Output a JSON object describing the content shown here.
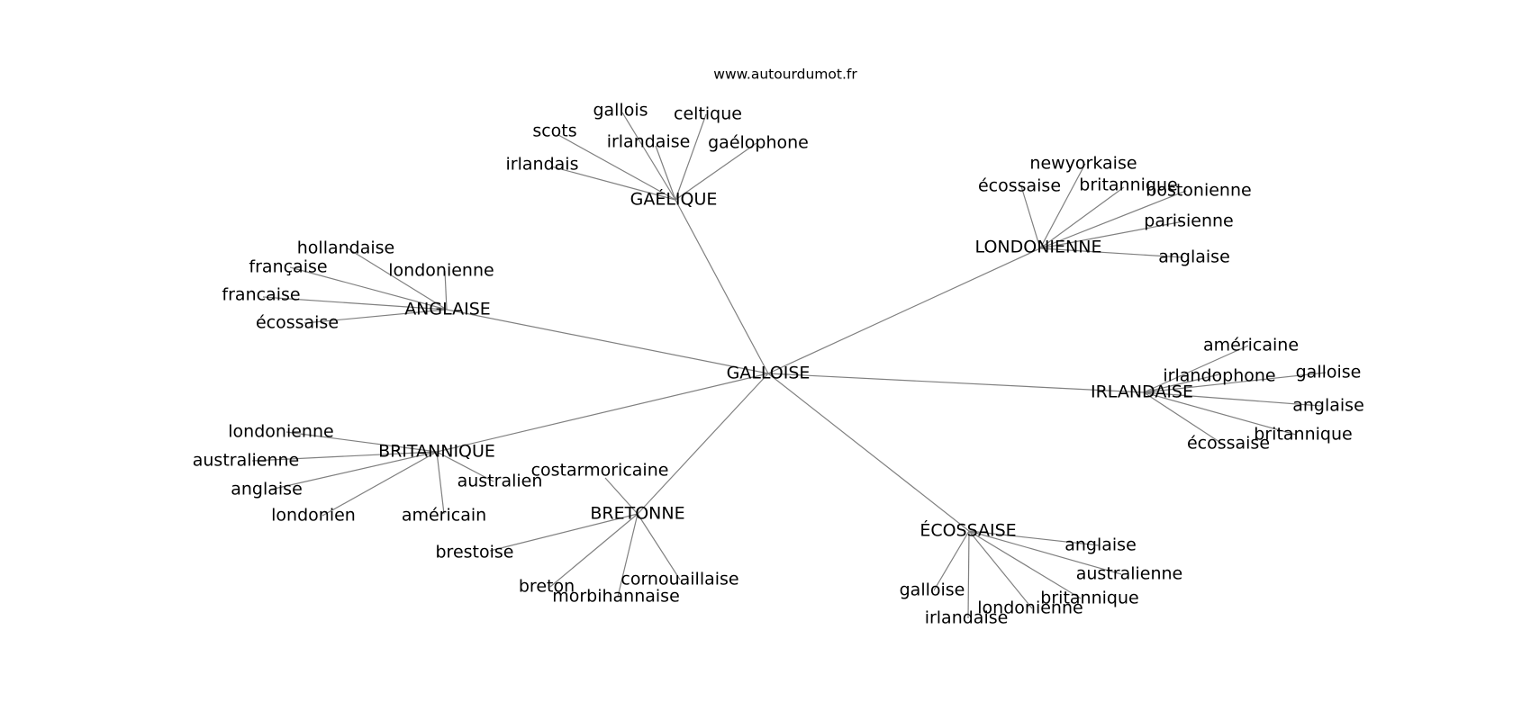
{
  "watermark": "www.autourdumot.fr",
  "center": "GALLOISE",
  "groups": [
    {
      "label": "GAÉLIQUE",
      "words": [
        "gallois",
        "celtique",
        "scots",
        "irlandaise",
        "gaélophone",
        "irlandais"
      ]
    },
    {
      "label": "LONDONIENNE",
      "words": [
        "newyorkaise",
        "écossaise",
        "britannique",
        "bostonienne",
        "parisienne",
        "anglaise"
      ]
    },
    {
      "label": "ANGLAISE",
      "words": [
        "hollandaise",
        "française",
        "londonienne",
        "francaise",
        "écossaise"
      ]
    },
    {
      "label": "IRLANDAISE",
      "words": [
        "américaine",
        "irlandophone",
        "galloise",
        "anglaise",
        "britannique",
        "écossaise"
      ]
    },
    {
      "label": "BRITANNIQUE",
      "words": [
        "londonienne",
        "australienne",
        "australien",
        "anglaise",
        "londonien",
        "américain"
      ]
    },
    {
      "label": "BRETONNE",
      "words": [
        "costarmoricaine",
        "brestoise",
        "cornouaillaise",
        "breton",
        "morbihannaise"
      ]
    },
    {
      "label": "ÉCOSSAISE",
      "words": [
        "anglaise",
        "australienne",
        "britannique",
        "galloise",
        "londonienne",
        "irlandaise"
      ]
    }
  ]
}
